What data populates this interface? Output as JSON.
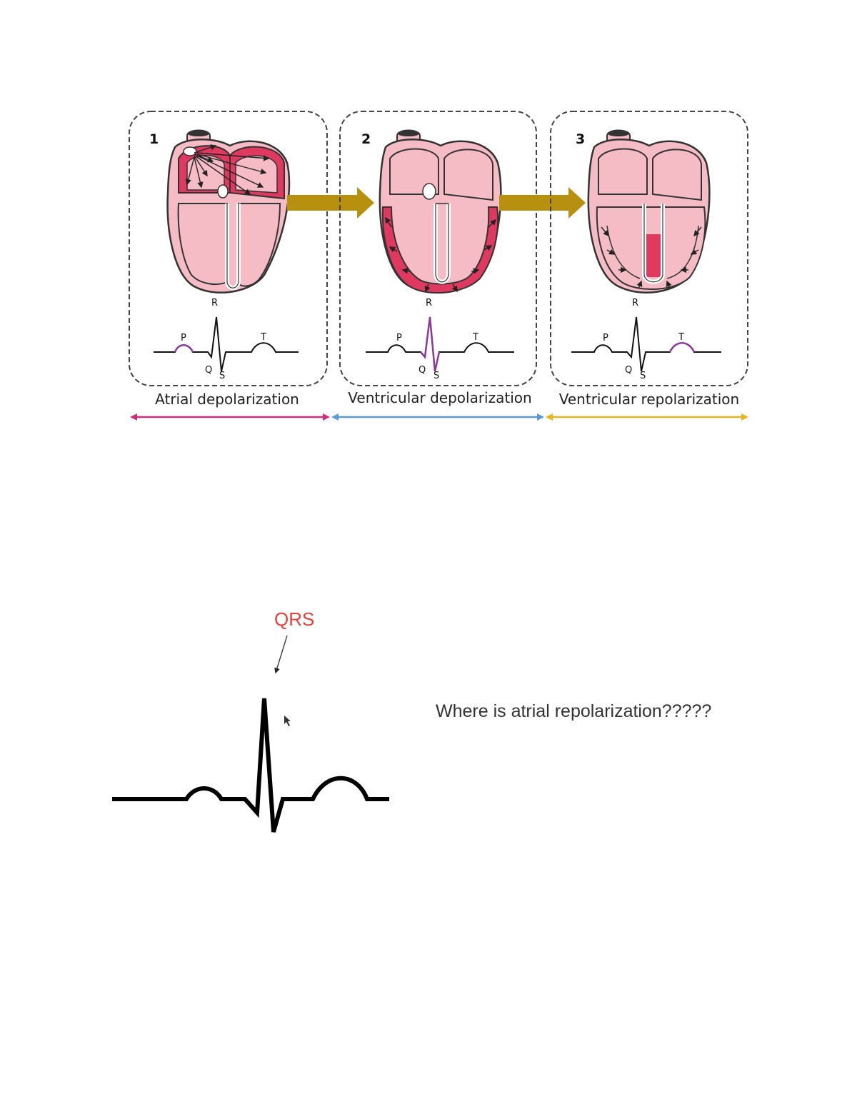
{
  "panels": [
    {
      "number": "1",
      "caption": "Atrial depolarization",
      "highlight": "P"
    },
    {
      "number": "2",
      "caption": "Ventricular depolarization",
      "highlight": "QRS"
    },
    {
      "number": "3",
      "caption": "Ventricular repolarization",
      "highlight": "T"
    }
  ],
  "wave_labels": {
    "p": "P",
    "q": "Q",
    "r": "R",
    "s": "S",
    "t": "T"
  },
  "qrs_label": "QRS",
  "question": "Where is atrial repolarization?????",
  "colors": {
    "heart_fill": "#f6bcc6",
    "depolarized": "#e0395f",
    "flow_arrow": "#b8900f",
    "highlight_wave": "#8b3a9c",
    "bar_atrial": "#cf2e7e",
    "bar_ventricular_depol": "#5b9bd5",
    "bar_ventricular_repol": "#e8b51c",
    "qrs_label": "#e8413c"
  }
}
